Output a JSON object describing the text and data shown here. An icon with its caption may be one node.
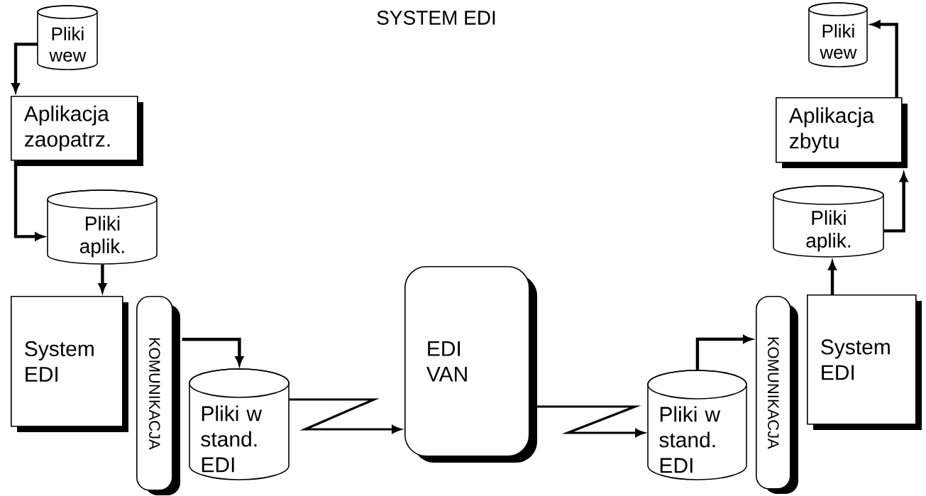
{
  "diagram": {
    "title": "SYSTEM EDI",
    "nodes": [
      {
        "text": [
          "Pliki wew"
        ]
      },
      {
        "text": [
          "Aplikacja zaopatrz."
        ]
      },
      {
        "text": [
          "Pliki aplik."
        ]
      },
      {
        "text": [
          "System EDI"
        ]
      },
      {
        "text": [
          "KOMUNIKACJA"
        ]
      },
      {
        "text": [
          "Pliki w stand. EDI"
        ]
      },
      {
        "text": [
          "EDI VAN"
        ]
      },
      {
        "text": [
          "Pliki w stand. EDI"
        ]
      },
      {
        "text": [
          "KOMUNIKACJA"
        ]
      },
      {
        "text": [
          "System EDI"
        ]
      },
      {
        "text": [
          "Pliki aplik."
        ]
      },
      {
        "text": [
          "Aplikacja zbytu"
        ]
      },
      {
        "text": [
          "Pliki wew"
        ]
      }
    ],
    "edges": [
      {
        "from": 0,
        "to": 1,
        "arrow": "to"
      },
      {
        "from": 1,
        "to": 2,
        "arrow": "to"
      },
      {
        "from": 2,
        "to": 3,
        "arrow": "to"
      },
      {
        "from": 4,
        "to": 5,
        "arrow": "to"
      },
      {
        "from": 5,
        "to": 6,
        "arrow": "to"
      },
      {
        "from": 6,
        "to": 7,
        "arrow": "to"
      },
      {
        "from": 7,
        "to": 8,
        "arrow": "to"
      },
      {
        "from": 9,
        "to": 10,
        "arrow": "to"
      },
      {
        "from": 10,
        "to": 11,
        "arrow": "to"
      },
      {
        "from": 11,
        "to": 12,
        "arrow": "to"
      }
    ]
  }
}
